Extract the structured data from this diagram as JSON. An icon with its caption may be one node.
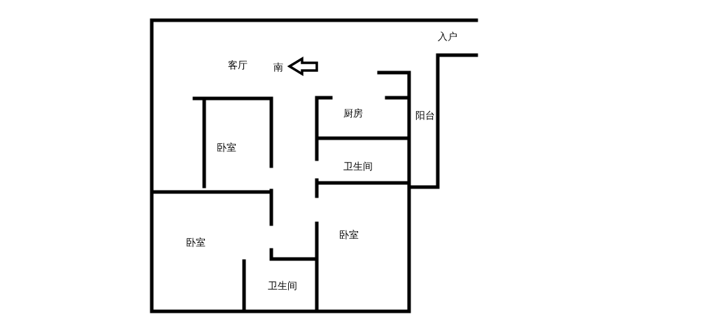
{
  "diagram": {
    "labels": [
      "入户",
      "客厅",
      "南",
      "厨房",
      "阳台",
      "卧室",
      "卫生间",
      "卧室",
      "卧室",
      "卫生间"
    ]
  }
}
